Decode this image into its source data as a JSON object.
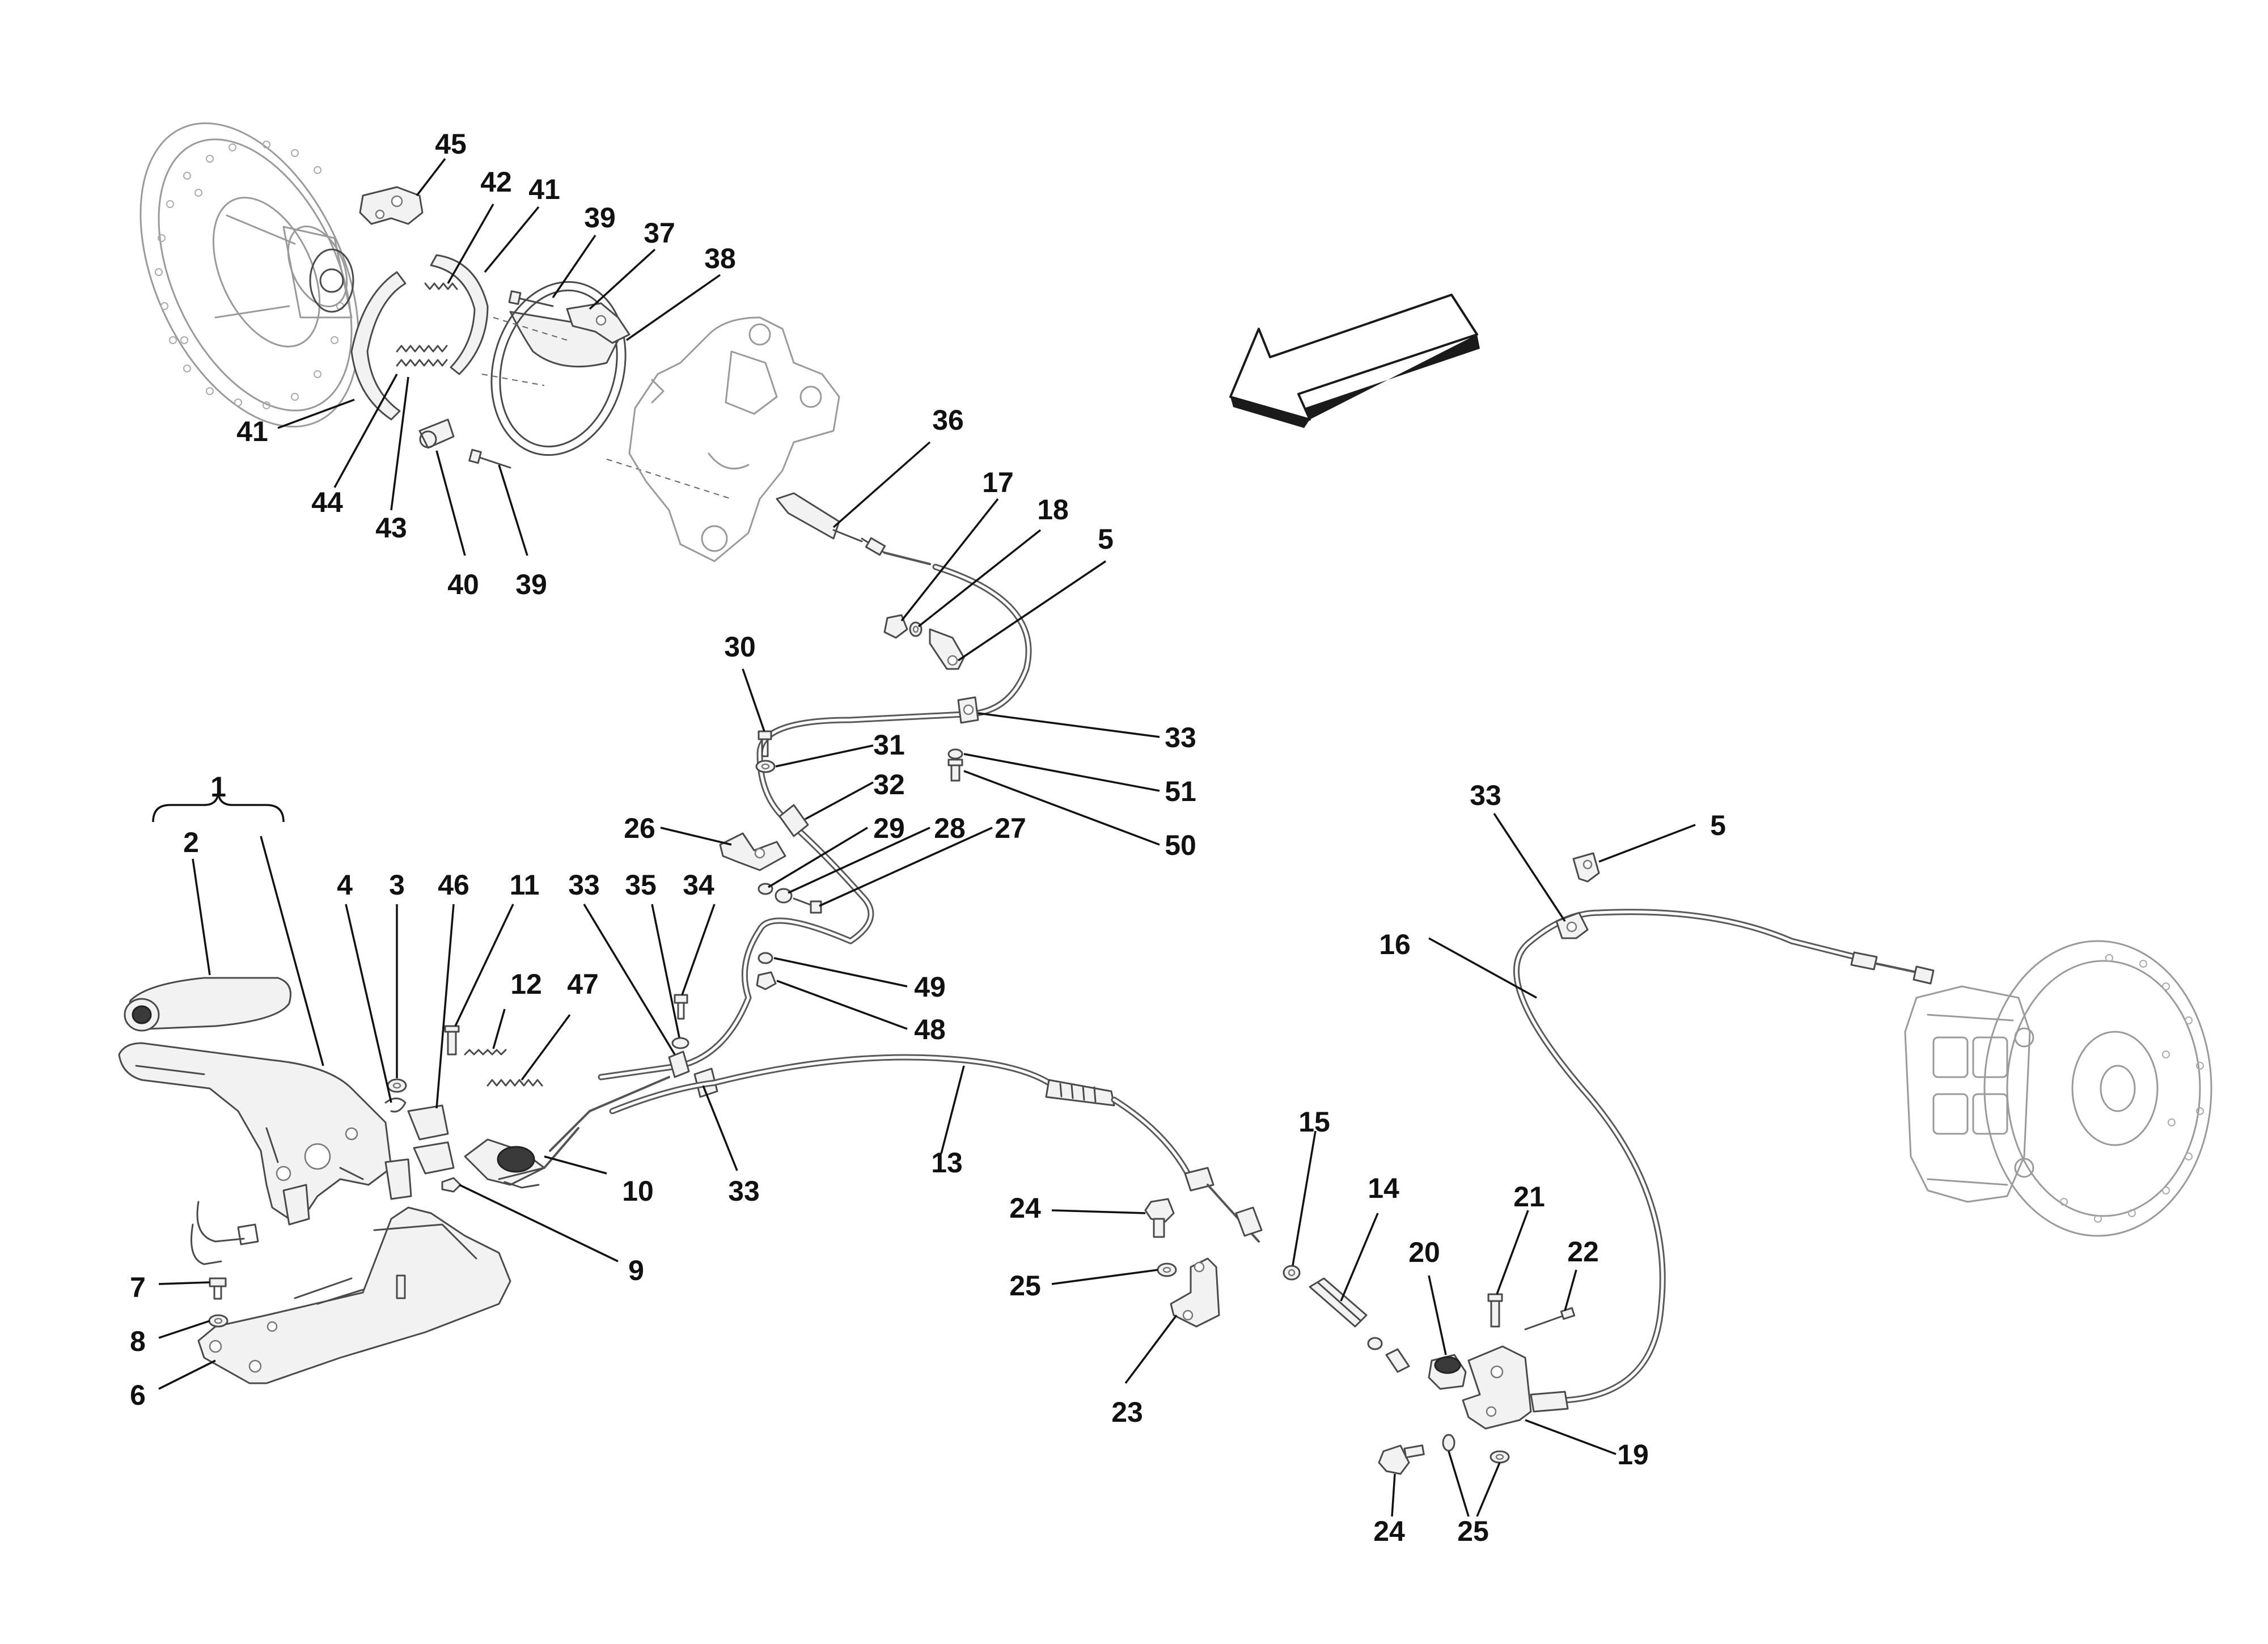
{
  "callouts": {
    "c1": "1",
    "c2": "2",
    "c3": "3",
    "c4": "4",
    "c5a": "5",
    "c5b": "5",
    "c6": "6",
    "c7": "7",
    "c8": "8",
    "c9": "9",
    "c10": "10",
    "c11": "11",
    "c12": "12",
    "c13": "13",
    "c14": "14",
    "c15": "15",
    "c16": "16",
    "c17": "17",
    "c18": "18",
    "c19": "19",
    "c20": "20",
    "c21": "21",
    "c22": "22",
    "c23": "23",
    "c24a": "24",
    "c24b": "24",
    "c25a": "25",
    "c25b": "25",
    "c26": "26",
    "c27": "27",
    "c28": "28",
    "c29": "29",
    "c30": "30",
    "c31": "31",
    "c32": "32",
    "c33a": "33",
    "c33b": "33",
    "c33c": "33",
    "c33d": "33",
    "c34": "34",
    "c35": "35",
    "c36": "36",
    "c37": "37",
    "c38": "38",
    "c39a": "39",
    "c39b": "39",
    "c40": "40",
    "c41a": "41",
    "c41b": "41",
    "c42": "42",
    "c43": "43",
    "c44": "44",
    "c45": "45",
    "c46": "46",
    "c47": "47",
    "c48": "48",
    "c49": "49",
    "c50": "50",
    "c51": "51"
  },
  "colors": {
    "line": "#4a4a4a",
    "label": "#111111",
    "background": "#ffffff"
  }
}
